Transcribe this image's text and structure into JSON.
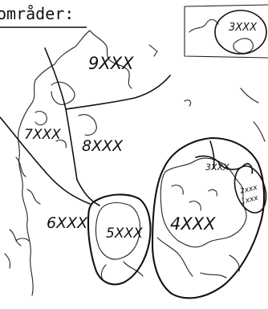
{
  "heading": "områder:",
  "regions": {
    "r9": "9XXX",
    "r8": "8XXX",
    "r7": "7XXX",
    "r6": "6XXX",
    "r5": "5XXX",
    "r4": "4XXX",
    "r3": "3XXX",
    "r2": "2xxx",
    "r1": "1xxx"
  },
  "inset": {
    "label": "3XXX"
  }
}
